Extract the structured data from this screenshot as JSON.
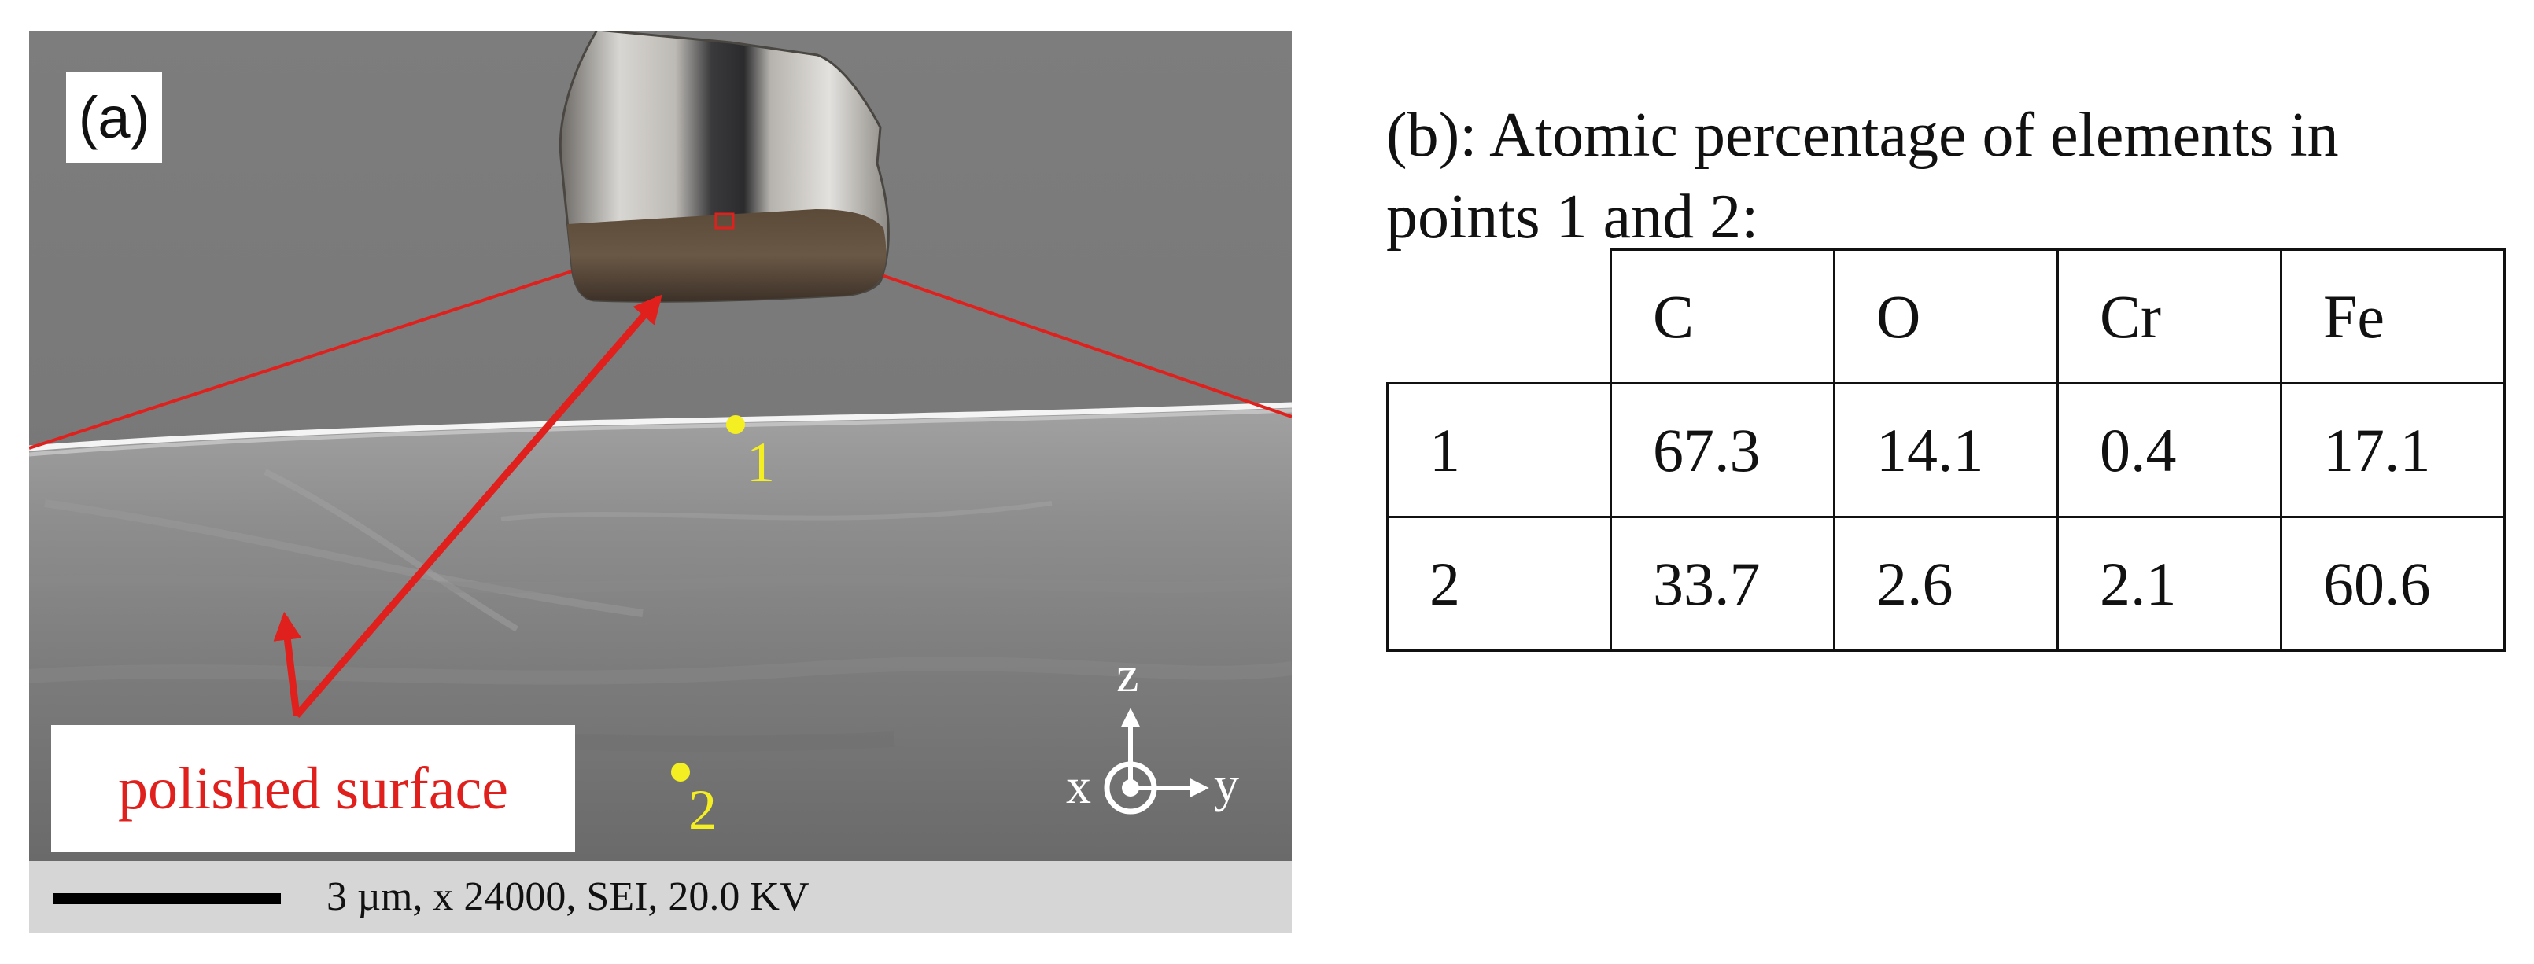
{
  "panel_a": {
    "label": "(a)",
    "callout": "polished surface",
    "points": [
      "1",
      "2"
    ],
    "axes": {
      "z": "z",
      "x": "x",
      "y": "y"
    },
    "scale_bar_text": "3 µm, x 24000, SEI, 20.0 KV",
    "colors": {
      "annotation": "#e0201c",
      "point": "#f4ef23",
      "background": "#7f7f7f"
    }
  },
  "panel_b": {
    "caption_line1": "(b): Atomic percentage of elements in",
    "caption_line2": "points 1 and 2:",
    "table": {
      "header": [
        "",
        "C",
        "O",
        "Cr",
        "Fe"
      ],
      "rows": [
        [
          "1",
          "67.3",
          "14.1",
          "0.4",
          "17.1"
        ],
        [
          "2",
          "33.7",
          "2.6",
          "2.1",
          "60.6"
        ]
      ]
    }
  }
}
